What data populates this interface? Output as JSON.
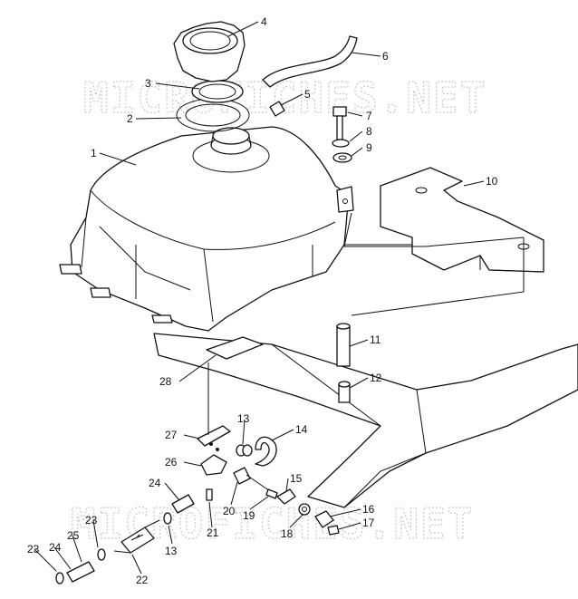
{
  "watermark": {
    "text": "MICROFICHES.NET"
  },
  "callouts": [
    {
      "id": "c4",
      "label": "4"
    },
    {
      "id": "c6",
      "label": "6"
    },
    {
      "id": "c3",
      "label": "3"
    },
    {
      "id": "c5",
      "label": "5"
    },
    {
      "id": "c2",
      "label": "2"
    },
    {
      "id": "c7",
      "label": "7"
    },
    {
      "id": "c8",
      "label": "8"
    },
    {
      "id": "c9",
      "label": "9"
    },
    {
      "id": "c1",
      "label": "1"
    },
    {
      "id": "c10",
      "label": "10"
    },
    {
      "id": "c11",
      "label": "11"
    },
    {
      "id": "c12",
      "label": "12"
    },
    {
      "id": "c28",
      "label": "28"
    },
    {
      "id": "c27",
      "label": "27"
    },
    {
      "id": "c13a",
      "label": "13"
    },
    {
      "id": "c14",
      "label": "14"
    },
    {
      "id": "c26",
      "label": "26"
    },
    {
      "id": "c15",
      "label": "15"
    },
    {
      "id": "c24a",
      "label": "24"
    },
    {
      "id": "c20",
      "label": "20"
    },
    {
      "id": "c19",
      "label": "19"
    },
    {
      "id": "c16",
      "label": "16"
    },
    {
      "id": "c17",
      "label": "17"
    },
    {
      "id": "c18",
      "label": "18"
    },
    {
      "id": "c21",
      "label": "21"
    },
    {
      "id": "c23a",
      "label": "23"
    },
    {
      "id": "c13b",
      "label": "13"
    },
    {
      "id": "c25",
      "label": "25"
    },
    {
      "id": "c23b",
      "label": "23"
    },
    {
      "id": "c24b",
      "label": "24"
    },
    {
      "id": "c22",
      "label": "22"
    }
  ]
}
